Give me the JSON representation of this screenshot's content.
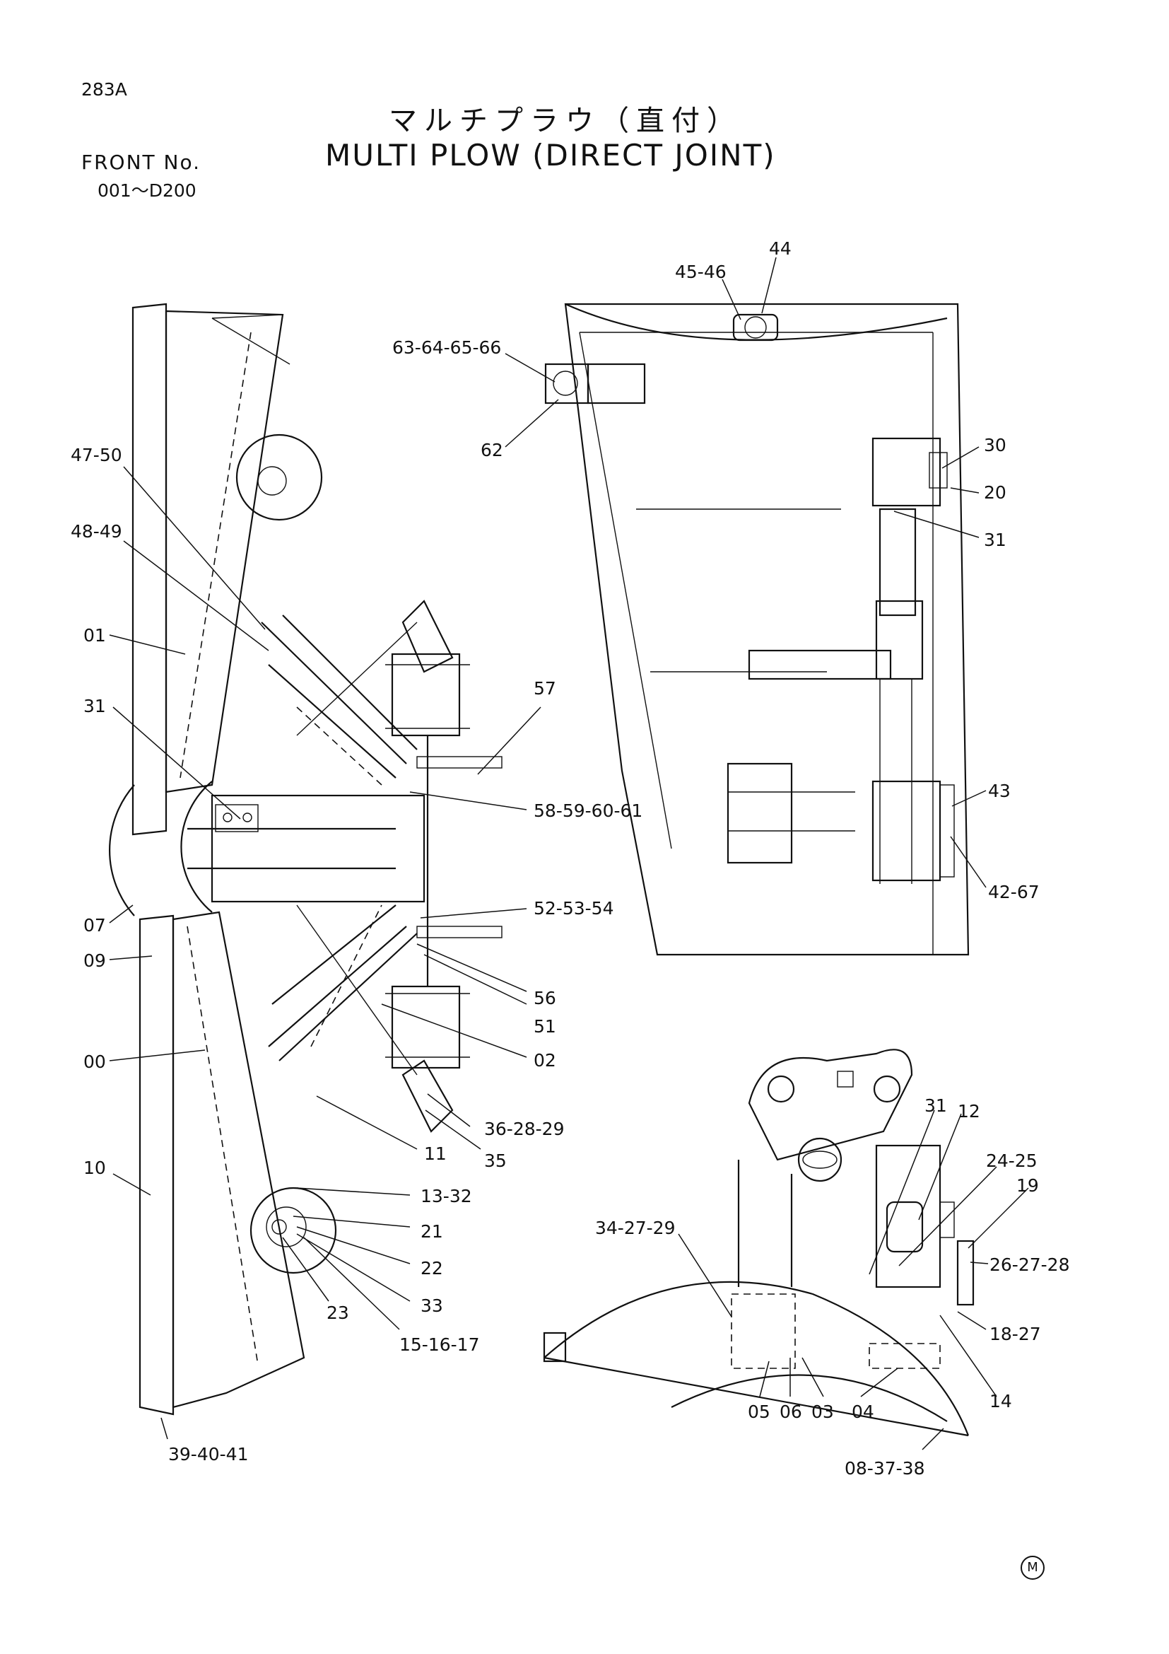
{
  "page_number": "283A",
  "title_jp": "マルチプラウ（直付）",
  "title_en": "MULTI PLOW (DIRECT JOINT)",
  "front_label": "FRONT No.",
  "front_range": "001～D200",
  "maker_mark": "M",
  "callouts": {
    "view_plan": [
      "47-50",
      "48-49",
      "01",
      "31",
      "07",
      "09",
      "00",
      "10",
      "39-40-41",
      "57",
      "58-59-60-61",
      "52-53-54",
      "56",
      "51",
      "02",
      "36-28-29",
      "35",
      "11",
      "13-32",
      "21",
      "22",
      "33",
      "23",
      "15-16-17"
    ],
    "view_side": [
      "44",
      "45-46",
      "63-64-65-66",
      "62",
      "30",
      "20",
      "31",
      "43",
      "42-67"
    ],
    "view_front": [
      "31",
      "12",
      "24-25",
      "19",
      "26-27-28",
      "18-27",
      "14",
      "34-27-29",
      "05",
      "06",
      "03",
      "04",
      "08-37-38"
    ]
  }
}
